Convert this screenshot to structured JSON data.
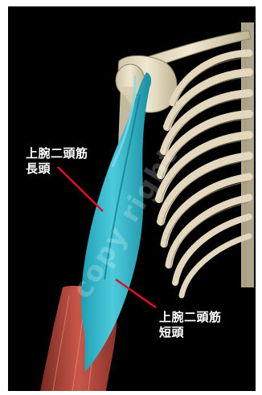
{
  "labels": {
    "long_head": {
      "line1": "上腕二頭筋",
      "line2": "長頭"
    },
    "short_head": {
      "line1": "上腕二頭筋",
      "line2": "短頭"
    }
  },
  "watermark": "copy right",
  "colors": {
    "background": "#000000",
    "bone": "#e6dcc2",
    "muscle_biceps": "#3cc0d4",
    "muscle_forearm": "#b84a3c",
    "pointer_line": "#e0102a"
  }
}
